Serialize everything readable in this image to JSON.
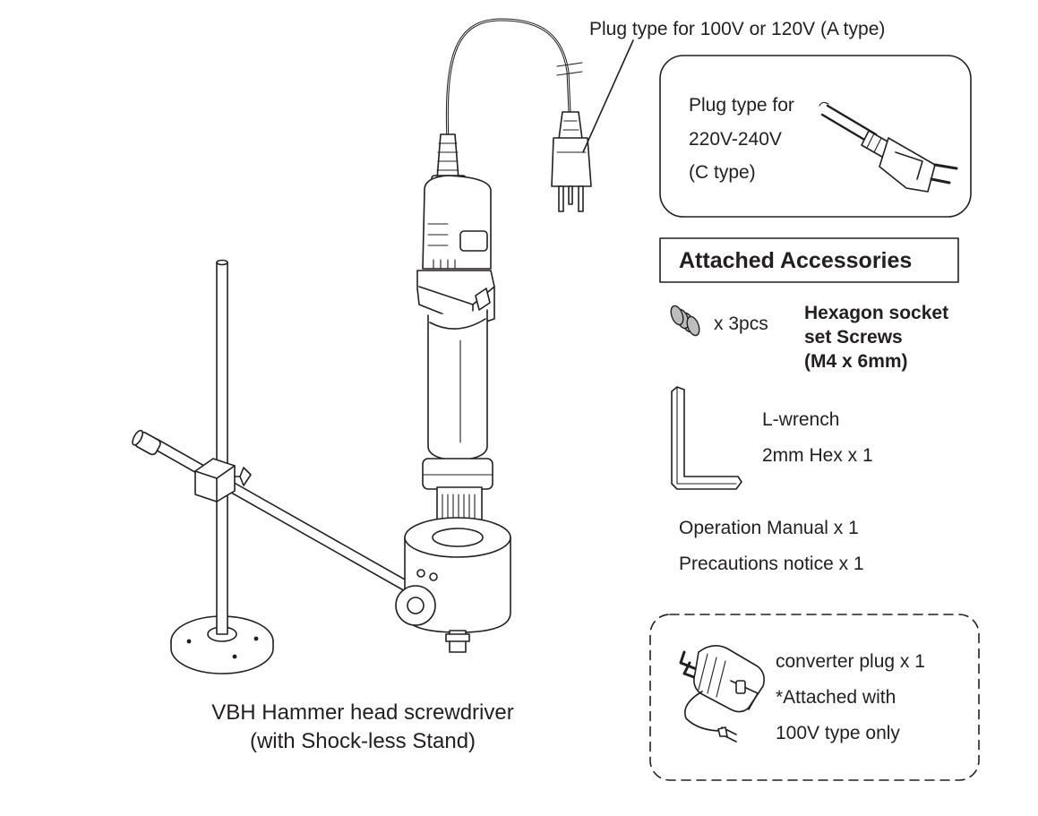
{
  "labels": {
    "plug_a": "Plug type for 100V or 120V (A type)",
    "plug_c_line1": "Plug type for",
    "plug_c_line2": "220V-240V",
    "plug_c_line3": "(C type)",
    "accessories_title": "Attached Accessories",
    "screws_qty": "x 3pcs",
    "screws_name_line1": "Hexagon socket",
    "screws_name_line2": "set Screws",
    "screws_name_line3": "(M4 x 6mm)",
    "lwrench_line1": "L-wrench",
    "lwrench_line2": "2mm Hex x 1",
    "manual": "Operation Manual x 1",
    "precautions": "Precautions notice x 1",
    "converter_line1": "converter plug x 1",
    "converter_line2": "*Attached with",
    "converter_line3": "100V type only",
    "caption_line1": "VBH Hammer head screwdriver",
    "caption_line2": "(with Shock-less Stand)"
  },
  "icons": {
    "screwdriver": "screwdriver-icon",
    "stand": "shockless-stand-icon",
    "plug_a": "plug-a-type-icon",
    "plug_c": "plug-c-type-icon",
    "screws": "set-screw-icon",
    "lwrench": "l-wrench-icon",
    "converter": "converter-plug-icon"
  }
}
